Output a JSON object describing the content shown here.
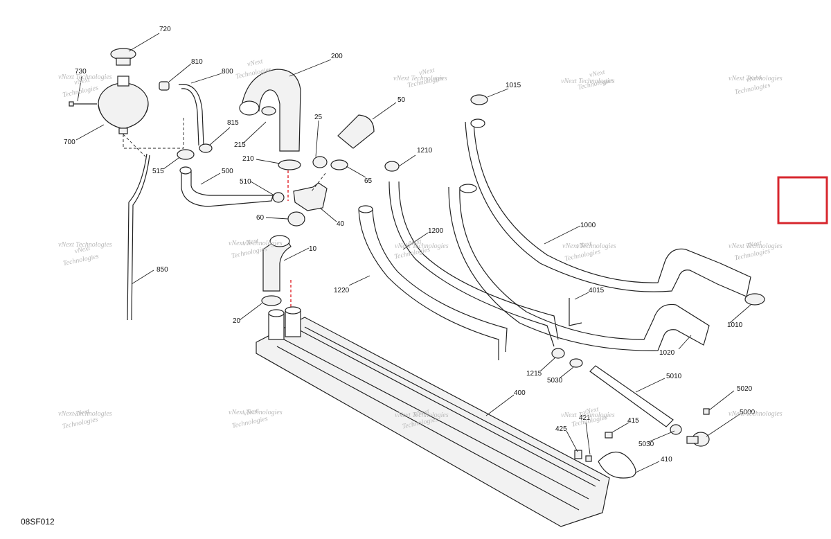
{
  "figure_id": "08SF012",
  "watermark": {
    "line1": "vNext",
    "line2": "Technologies"
  },
  "watermark_overlay_text": "vNext Technologies",
  "highlight_color": "#d7262d",
  "accent_dash_color": "#e0252b",
  "callouts": [
    "720",
    "810",
    "730",
    "800",
    "200",
    "700",
    "815",
    "25",
    "50",
    "1015",
    "215",
    "210",
    "515",
    "500",
    "65",
    "1210",
    "510",
    "60",
    "40",
    "1200",
    "1000",
    "10",
    "850",
    "1220",
    "4015",
    "20",
    "1010",
    "1215",
    "5030",
    "1020",
    "5010",
    "5020",
    "400",
    "415",
    "425",
    "5030",
    "410",
    "5000",
    "421"
  ]
}
